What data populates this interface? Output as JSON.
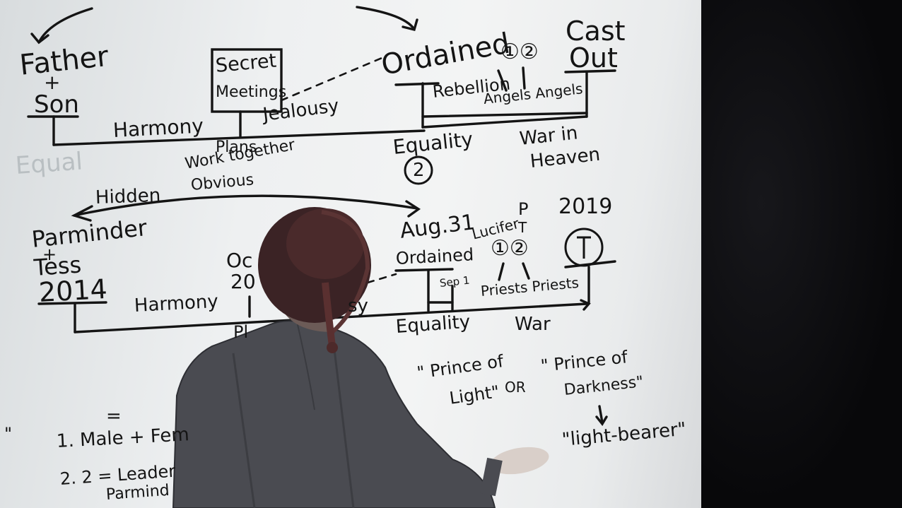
{
  "timeline_top": {
    "father_son": [
      "Father",
      "+",
      "Son"
    ],
    "equal": "Equal",
    "harmony": "Harmony",
    "secret_meetings": [
      "Secret",
      "Meetings"
    ],
    "jealousy": "Jealousy",
    "plans": [
      "Plans",
      "Work together",
      "Obvious"
    ],
    "ordained": "Ordained",
    "equality": "Equality",
    "circle_two": "2",
    "rebellion": "Rebellion",
    "circles_12": "①②",
    "angels": "Angels Angels",
    "cast_out": [
      "Cast",
      "Out"
    ],
    "war_in_heaven": [
      "War in",
      "Heaven"
    ]
  },
  "timeline_bottom": {
    "hidden": "Hidden",
    "parminder_tess": [
      "Parminder",
      "+",
      "Tess"
    ],
    "year_2014": "2014",
    "harmony": "Harmony",
    "oct": "Oc",
    "oct_year": "20",
    "pl": "Pl",
    "sy": "sy",
    "aug31": "Aug.31",
    "ordained": "Ordained",
    "sep1": "Sep 1",
    "equality": "Equality",
    "lucifer": "Lucifer",
    "pt": [
      "P",
      "T"
    ],
    "circles_12": "①②",
    "priests": "Priests Priests",
    "war": "War",
    "year_2019": "2019"
  },
  "notes": {
    "prince_light": [
      "\" Prince of",
      "Light\""
    ],
    "or": "OR",
    "prince_darkness": [
      "\" Prince of",
      "Darkness\""
    ],
    "light_bearer": "\"light-bearer\"",
    "equals": "=",
    "item1": "1. Male + Fem",
    "item2": [
      "2. 2 = Leader",
      "Parmind"
    ],
    "quote_mark": "\""
  },
  "colors": {
    "ink": "#141414",
    "board": "#eef0f1",
    "jacket": "#4e4f55",
    "hair": "#3a2224",
    "background": "#0b0b0d"
  }
}
